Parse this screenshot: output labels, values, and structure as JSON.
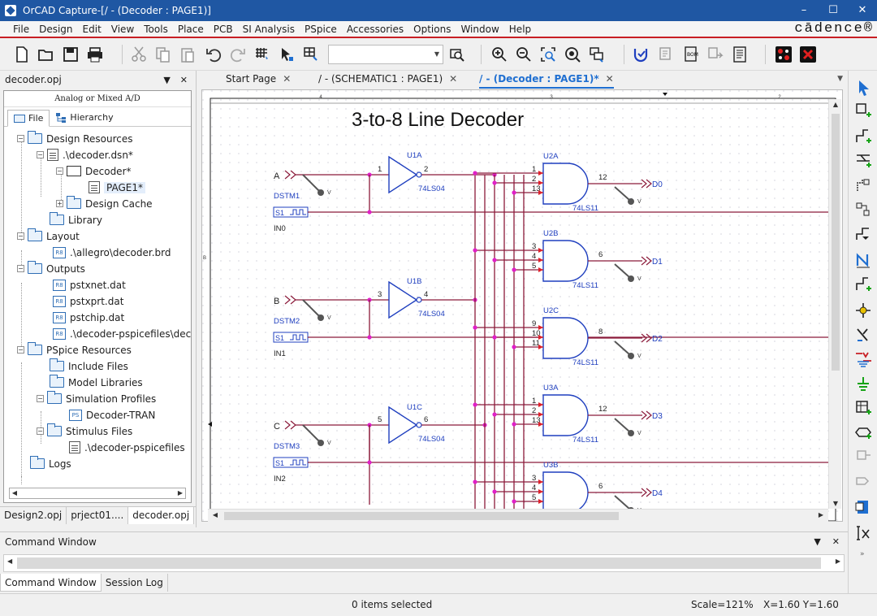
{
  "window": {
    "title": "OrCAD Capture-[/ - (Decoder : PAGE1)]",
    "buttons": [
      "–",
      "☐",
      "✕"
    ]
  },
  "menu": {
    "items": [
      "File",
      "Design",
      "Edit",
      "View",
      "Tools",
      "Place",
      "PCB",
      "SI Analysis",
      "PSpice",
      "Accessories",
      "Options",
      "Window",
      "Help"
    ],
    "brand": "cādence®"
  },
  "toolbar": {
    "combo_value": "",
    "icons": [
      "new-icon",
      "open-icon",
      "save-icon",
      "print-icon",
      "cut-icon",
      "copy-icon",
      "paste-icon",
      "undo-icon",
      "redo-icon",
      "selection-filter-icon",
      "select-icon",
      "snap-icon",
      "search-icon",
      "zoom-in-icon",
      "zoom-out-icon",
      "zoom-area-icon",
      "zoom-fit-icon",
      "zoom-page-icon",
      "drc-icon",
      "netlist-icon",
      "bom-icon",
      "cross-ref-icon",
      "report-icon",
      "pcb-link-icon",
      "pcb-update-icon"
    ]
  },
  "project": {
    "filename": "decoder.opj",
    "mode": "Analog or Mixed A/D",
    "tabs": [
      "File",
      "Hierarchy"
    ],
    "tree": [
      {
        "label": "Design Resources",
        "kind": "folder",
        "expanded": true
      },
      {
        "label": ".\\decoder.dsn*",
        "kind": "design"
      },
      {
        "label": "Decoder*",
        "kind": "schematic"
      },
      {
        "label": "PAGE1*",
        "kind": "page",
        "selected": true
      },
      {
        "label": "Design Cache",
        "kind": "folder",
        "expanded": false
      },
      {
        "label": "Library",
        "kind": "folder"
      },
      {
        "label": "Layout",
        "kind": "folder",
        "expanded": true
      },
      {
        "label": ".\\allegro\\decoder.brd",
        "kind": "report"
      },
      {
        "label": "Outputs",
        "kind": "folder",
        "expanded": true
      },
      {
        "label": "pstxnet.dat",
        "kind": "report"
      },
      {
        "label": "pstxprt.dat",
        "kind": "report"
      },
      {
        "label": "pstchip.dat",
        "kind": "report"
      },
      {
        "label": ".\\decoder-pspicefiles\\dec",
        "kind": "report"
      },
      {
        "label": "PSpice Resources",
        "kind": "folder",
        "expanded": true
      },
      {
        "label": "Include Files",
        "kind": "folder"
      },
      {
        "label": "Model Libraries",
        "kind": "folder"
      },
      {
        "label": "Simulation Profiles",
        "kind": "folder",
        "expanded": true
      },
      {
        "label": "Decoder-TRAN",
        "kind": "profile"
      },
      {
        "label": "Stimulus Files",
        "kind": "folder",
        "expanded": true
      },
      {
        "label": ".\\decoder-pspicefiles",
        "kind": "file"
      },
      {
        "label": "Logs",
        "kind": "folder"
      }
    ],
    "bottom_tabs": [
      "Design2.opj",
      "prject01....",
      "decoder.opj"
    ]
  },
  "doc_tabs": [
    "Start Page",
    "/ - (SCHEMATIC1 : PAGE1)",
    "/ - (Decoder : PAGE1)*"
  ],
  "schematic": {
    "title": "3-to-8 Line Decoder",
    "border_marks": [
      "4",
      "3",
      "2",
      "B"
    ],
    "inputs": [
      {
        "port": "A",
        "stim": "DSTM1",
        "net": "IN0",
        "gate": "U1A",
        "in_pin": "1",
        "out_pin": "2",
        "part": "74LS04"
      },
      {
        "port": "B",
        "stim": "DSTM2",
        "net": "IN1",
        "gate": "U1B",
        "in_pin": "3",
        "out_pin": "4",
        "part": "74LS04"
      },
      {
        "port": "C",
        "stim": "DSTM3",
        "net": "IN2",
        "gate": "U1C",
        "in_pin": "5",
        "out_pin": "6",
        "part": "74LS04"
      }
    ],
    "stim_label": "S1",
    "probe_label": "V",
    "and_gates": [
      {
        "ref": "U2A",
        "pins": [
          "1",
          "2",
          "13"
        ],
        "out_pin": "12",
        "output": "D0",
        "part": "74LS11"
      },
      {
        "ref": "U2B",
        "pins": [
          "3",
          "4",
          "5"
        ],
        "out_pin": "6",
        "output": "D1",
        "part": "74LS11"
      },
      {
        "ref": "U2C",
        "pins": [
          "9",
          "10",
          "11"
        ],
        "out_pin": "8",
        "output": "D2",
        "part": "74LS11"
      },
      {
        "ref": "U3A",
        "pins": [
          "1",
          "2",
          "13"
        ],
        "out_pin": "12",
        "output": "D3",
        "part": "74LS11"
      },
      {
        "ref": "U3B",
        "pins": [
          "3",
          "4",
          "5"
        ],
        "out_pin": "6",
        "output": "D4",
        "part": ""
      }
    ]
  },
  "command_window": {
    "title": "Command Window",
    "tabs": [
      "Command Window",
      "Session Log"
    ]
  },
  "status": {
    "items_selected": "0 items selected",
    "scale": "Scale=121%",
    "coords": "X=1.60  Y=1.60"
  },
  "colors": {
    "wire": "#8b1a3a",
    "part": "#1f3fbf",
    "junction": "#e020c8",
    "title_bar": "#1f57a3",
    "accent_red": "#c81e24"
  }
}
